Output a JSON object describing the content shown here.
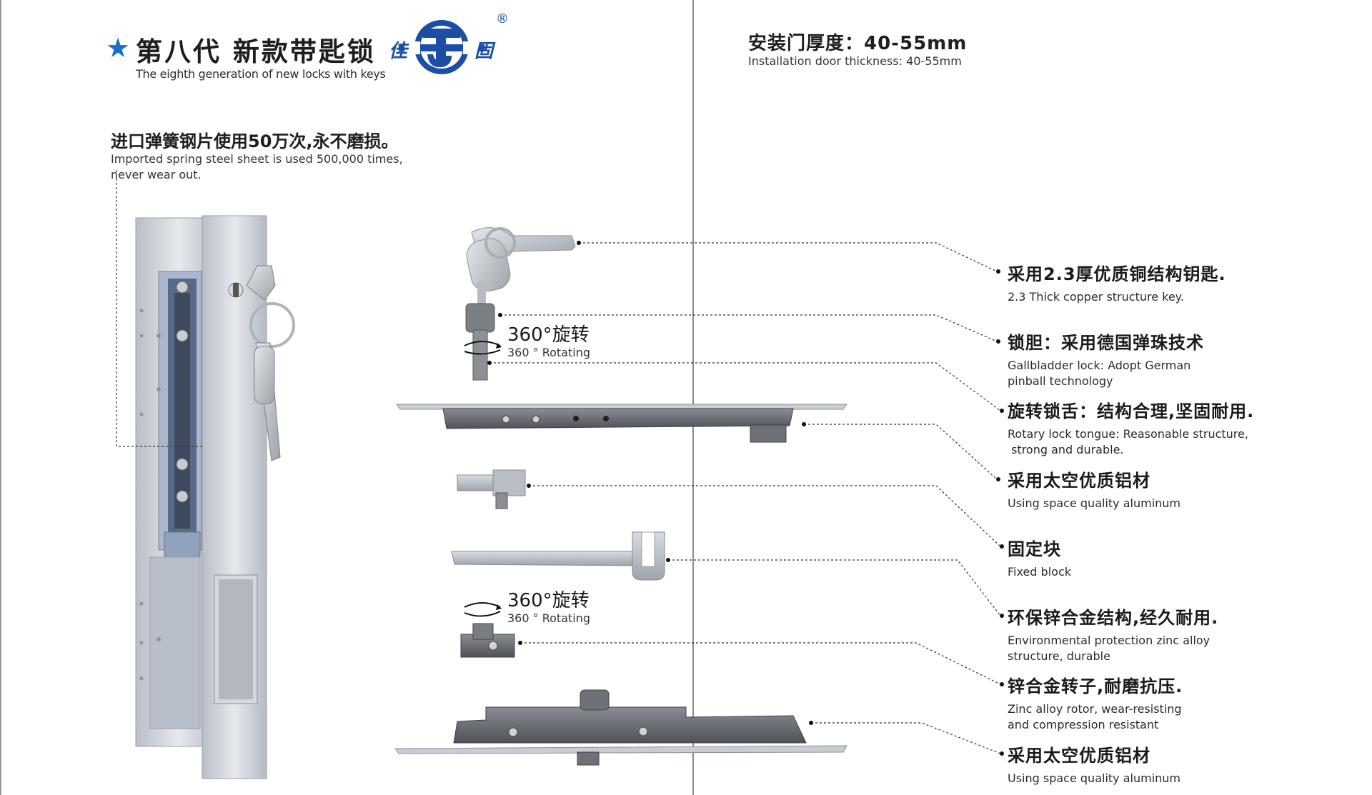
{
  "header": {
    "title_cn": "第八代 新款带匙锁",
    "title_en": "The eighth generation of new locks with keys",
    "logo_left": "佳",
    "logo_right": "固",
    "logo_registered": "®"
  },
  "thickness": {
    "cn": "安装门厚度：40-55mm",
    "en": "Installation door thickness: 40-55mm"
  },
  "spring_note": {
    "cn": "进口弹簧钢片使用50万次,永不磨损。",
    "en_line1": "Imported spring steel sheet is used 500,000 times,",
    "en_line2": "never wear out."
  },
  "rotating_top": {
    "cn": "360°旋转",
    "en": "360 ° Rotating"
  },
  "rotating_bottom": {
    "cn": "360°旋转",
    "en": "360 ° Rotating"
  },
  "callouts": [
    {
      "cn": "采用2.3厚优质铜结构钥匙.",
      "en": [
        "2.3 Thick copper structure key."
      ]
    },
    {
      "cn": "锁胆：采用德国弹珠技术",
      "en": [
        "Gallbladder lock: Adopt German",
        "pinball technology"
      ]
    },
    {
      "cn": "旋转锁舌：结构合理,坚固耐用.",
      "en": [
        "Rotary lock tongue: Reasonable structure,",
        " strong and durable."
      ]
    },
    {
      "cn": "采用太空优质铝材",
      "en": [
        "Using space quality aluminum"
      ]
    },
    {
      "cn": "固定块",
      "en": [
        "Fixed block"
      ]
    },
    {
      "cn": "环保锌合金结构,经久耐用.",
      "en": [
        "Environmental protection zinc alloy",
        "structure, durable"
      ]
    },
    {
      "cn": "锌合金转子,耐磨抗压.",
      "en": [
        "Zinc alloy rotor, wear-resisting",
        "and compression resistant"
      ]
    },
    {
      "cn": "采用太空优质铝材",
      "en": [
        "Using space quality aluminum"
      ]
    }
  ],
  "colors": {
    "brand_blue": "#1b4fa3",
    "star_blue": "#1b6fc4",
    "aluminum": "#c9ced6",
    "dark_metal": "#6f7178"
  }
}
